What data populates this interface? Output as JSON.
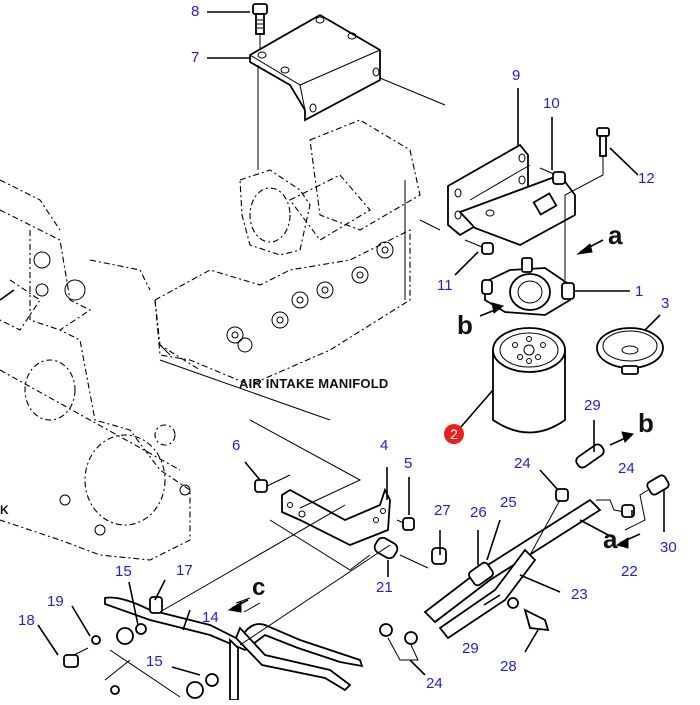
{
  "diagram": {
    "title": "Fuel filter and piping mounting — exploded view",
    "caption": "AIR INTAKE MANIFOLD",
    "highlighted_part": {
      "number": "2",
      "color": "#e8231f"
    },
    "label_color": "#1f1fe0",
    "part_labels": [
      {
        "id": "p8",
        "text": "8"
      },
      {
        "id": "p7",
        "text": "7"
      },
      {
        "id": "p9",
        "text": "9"
      },
      {
        "id": "p10",
        "text": "10"
      },
      {
        "id": "p12",
        "text": "12"
      },
      {
        "id": "p11",
        "text": "11"
      },
      {
        "id": "p1",
        "text": "1"
      },
      {
        "id": "p3",
        "text": "3"
      },
      {
        "id": "p29a",
        "text": "29"
      },
      {
        "id": "p6",
        "text": "6"
      },
      {
        "id": "p4",
        "text": "4"
      },
      {
        "id": "p5",
        "text": "5"
      },
      {
        "id": "p24a",
        "text": "24"
      },
      {
        "id": "p24b",
        "text": "24"
      },
      {
        "id": "p27",
        "text": "27"
      },
      {
        "id": "p26",
        "text": "26"
      },
      {
        "id": "p25",
        "text": "25"
      },
      {
        "id": "p30",
        "text": "30"
      },
      {
        "id": "p22",
        "text": "22"
      },
      {
        "id": "p21",
        "text": "21"
      },
      {
        "id": "p23",
        "text": "23"
      },
      {
        "id": "p15a",
        "text": "15"
      },
      {
        "id": "p17",
        "text": "17"
      },
      {
        "id": "p19",
        "text": "19"
      },
      {
        "id": "p18",
        "text": "18"
      },
      {
        "id": "p14",
        "text": "14"
      },
      {
        "id": "p15b",
        "text": "15"
      },
      {
        "id": "p29b",
        "text": "29"
      },
      {
        "id": "p28",
        "text": "28"
      },
      {
        "id": "p24c",
        "text": "24"
      }
    ],
    "flow_markers": [
      {
        "id": "a1",
        "text": "a"
      },
      {
        "id": "b1",
        "text": "b"
      },
      {
        "id": "b2",
        "text": "b"
      },
      {
        "id": "a2",
        "text": "a"
      },
      {
        "id": "c1",
        "text": "c"
      }
    ],
    "edge_text": "K"
  }
}
